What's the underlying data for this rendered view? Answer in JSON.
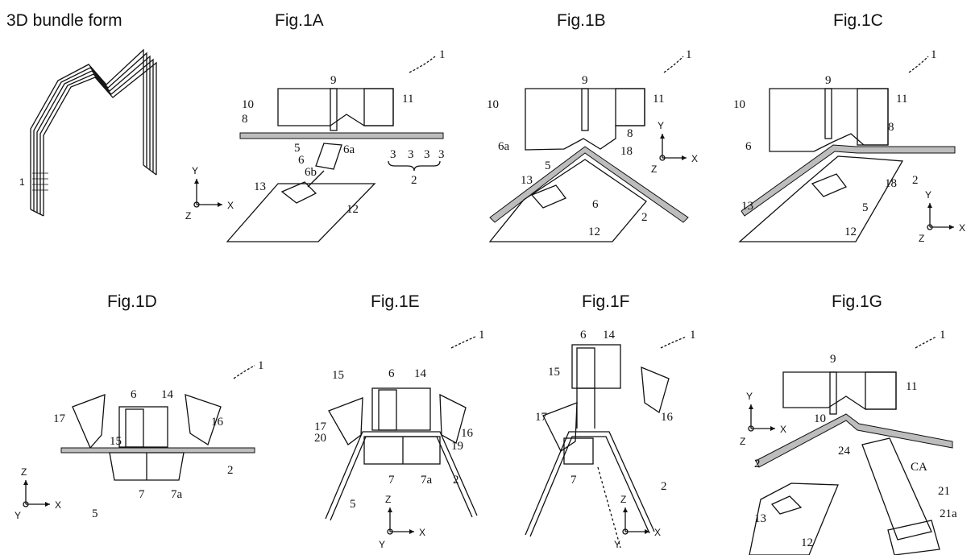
{
  "titles": {
    "bundle": "3D bundle form",
    "f1a": "Fig.1A",
    "f1b": "Fig.1B",
    "f1c": "Fig.1C",
    "f1d": "Fig.1D",
    "f1e": "Fig.1E",
    "f1f": "Fig.1F",
    "f1g": "Fig.1G"
  },
  "labels": {
    "n1": "1",
    "n2": "2",
    "n3": "3",
    "n5": "5",
    "n6": "6",
    "n6a": "6a",
    "n6b": "6b",
    "n7": "7",
    "n7a": "7a",
    "n8": "8",
    "n9": "9",
    "n10": "10",
    "n11": "11",
    "n12": "12",
    "n13": "13",
    "n14": "14",
    "n15": "15",
    "n16": "16",
    "n17": "17",
    "n18": "18",
    "n19": "19",
    "n20": "20",
    "n21": "21",
    "n21a": "21a",
    "n24": "24",
    "ca": "CA"
  },
  "axes": {
    "x": "X",
    "y": "Y",
    "z": "Z"
  }
}
